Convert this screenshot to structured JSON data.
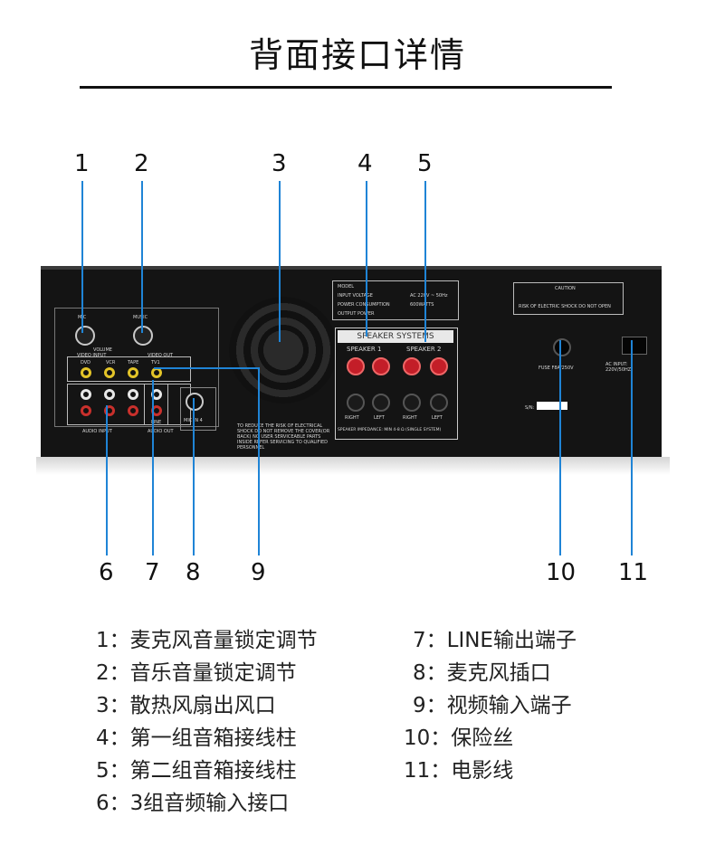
{
  "page_title": "背面接口详情",
  "callouts": [
    "1",
    "2",
    "3",
    "4",
    "5",
    "6",
    "7",
    "8",
    "9",
    "10",
    "11"
  ],
  "panel": {
    "mic_label": "MIC",
    "music_label": "MUSIC",
    "volume_label": "VOLUME",
    "video_input_label": "VIDEO INPUT",
    "video_out_label": "VIDEO OUT",
    "video_cols": [
      "DVD",
      "VCR",
      "TAPE",
      "TV1"
    ],
    "audio_input_label": "AUDIO INPUT",
    "audio_out_label": "AUDIO OUT",
    "line_label": "LINE",
    "mic_in_label": "MIC IN 4",
    "speaker_systems_label": "SPEAKER SYSTEMS",
    "speaker1_label": "SPEAKER 1",
    "speaker2_label": "SPEAKER 2",
    "right_label": "RIGHT",
    "left_label": "LEFT",
    "impedance_label": "SPEAKER IMPEDANCE: MIN 4-8 Ω (SINGLE SYSTEM)",
    "spec_rows": [
      "MODEL",
      "INPUT VOLTAGE",
      "POWER CONSUMPTION",
      "OUTPUT POWER"
    ],
    "spec_values": [
      "",
      "AC 220V ~ 50Hz",
      "600WATTS",
      ""
    ],
    "caution_label": "CAUTION",
    "caution_sub": "RISK OF ELECTRIC SHOCK DO NOT OPEN",
    "fuse_label": "FUSE F8A/250V",
    "ac_label": "AC INPUT: 220V/50HZ",
    "sn_label": "S/N:",
    "warning_text": "TO REDUCE THE RISK OF ELECTRICAL SHOCK DO NOT REMOVE THE COVER(OR BACK) NO USER SERVICEABLE PARTS INSIDE REFER SERVICING TO QUALIFIED PERSONNEL"
  },
  "legend_left": [
    "1：麦克风音量锁定调节",
    "2：音乐音量锁定调节",
    "3：散热风扇出风口",
    "4：第一组音箱接线柱",
    "5：第二组音箱接线柱",
    "6：3组音频输入接口"
  ],
  "legend_right": [
    "7：LINE输出端子",
    "8：麦克风插口",
    "9：视频输入端子",
    "10：保险丝",
    "11：电影线"
  ],
  "colors": {
    "accent": "#1f84d6",
    "body": "#141414"
  }
}
